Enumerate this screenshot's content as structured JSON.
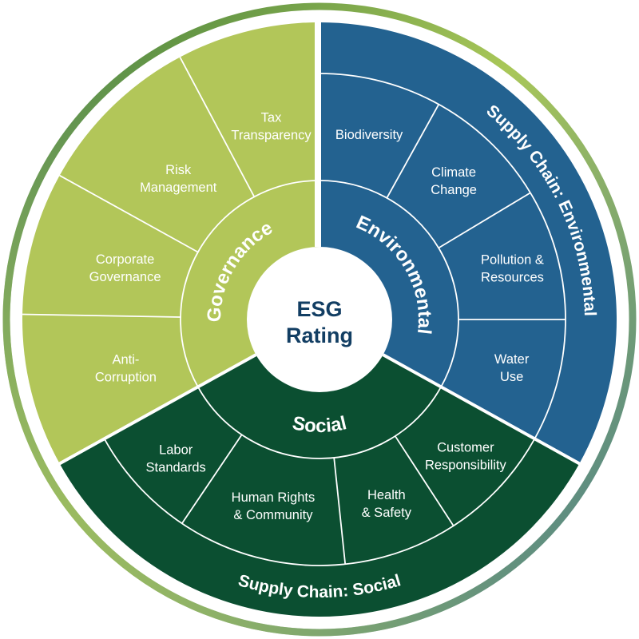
{
  "center": {
    "lines": [
      "ESG",
      "Rating"
    ]
  },
  "colors": {
    "governance": "#b2c659",
    "environmental": "#236290",
    "social": "#0b4f31",
    "center_text": "#123e63",
    "ring_stops": [
      "#3e7b3a",
      "#a9c758",
      "#5f8e80",
      "#a7c45a"
    ]
  },
  "pillars": [
    {
      "id": "environmental",
      "label": "Environmental",
      "supply_chain_label": "Supply Chain: Environmental",
      "topics": [
        {
          "label": [
            "Biodiversity"
          ]
        },
        {
          "label": [
            "Climate",
            "Change"
          ]
        },
        {
          "label": [
            "Pollution &",
            "Resources"
          ]
        },
        {
          "label": [
            "Water",
            "Use"
          ]
        }
      ]
    },
    {
      "id": "social",
      "label": "Social",
      "supply_chain_label": "Supply Chain: Social",
      "topics": [
        {
          "label": [
            "Customer",
            "Responsibility"
          ]
        },
        {
          "label": [
            "Health",
            "& Safety"
          ]
        },
        {
          "label": [
            "Human Rights",
            "& Community"
          ]
        },
        {
          "label": [
            "Labor",
            "Standards"
          ]
        }
      ]
    },
    {
      "id": "governance",
      "label": "Governance",
      "supply_chain_label": null,
      "topics": [
        {
          "label": [
            "Anti-",
            "Corruption"
          ]
        },
        {
          "label": [
            "Corporate",
            "Governance"
          ]
        },
        {
          "label": [
            "Risk",
            "Management"
          ]
        },
        {
          "label": [
            "Tax",
            "Transparency"
          ]
        }
      ]
    }
  ]
}
